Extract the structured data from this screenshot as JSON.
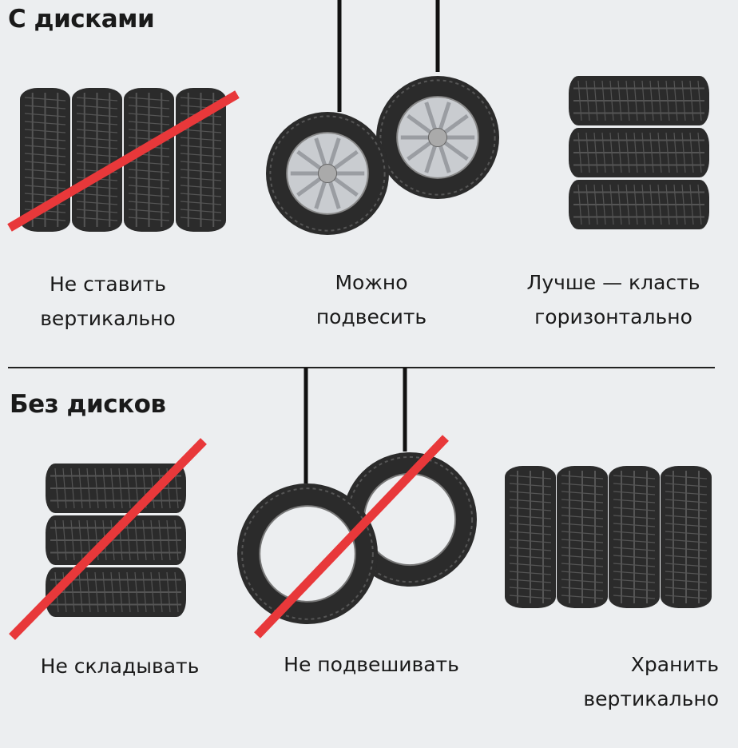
{
  "sections": [
    {
      "title": "С дисками",
      "items": [
        {
          "line1": "Не ставить",
          "line2": "вертикально",
          "allowed": false
        },
        {
          "line1": "Можно",
          "line2": "подвесить",
          "allowed": true
        },
        {
          "line1": "Лучше — класть",
          "line2": "горизонтально",
          "allowed": true
        }
      ]
    },
    {
      "title": "Без дисков",
      "items": [
        {
          "line1": "Не складывать",
          "line2": "",
          "allowed": false
        },
        {
          "line1": "Не подвешивать",
          "line2": "",
          "allowed": false
        },
        {
          "line1": "Хранить",
          "line2": "вертикально",
          "allowed": true
        }
      ]
    }
  ],
  "colors": {
    "tire": "#2b2b2b",
    "tread": "#555555",
    "rim": "#c9ccd0",
    "prohibit": "#e8383a",
    "background": "#eceef0"
  }
}
